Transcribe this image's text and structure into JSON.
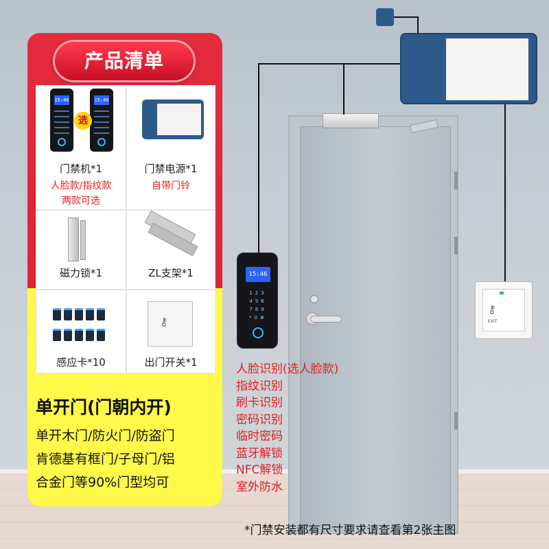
{
  "product_list": {
    "title": "产品清单",
    "items": [
      {
        "name": "门禁机*1",
        "sub1": "人脸款/指纹款",
        "sub2": "两款可选",
        "badge": "选",
        "screen_time": "15:46"
      },
      {
        "name": "门禁电源*1",
        "sub1": "自带门铃"
      },
      {
        "name": "磁力锁*1"
      },
      {
        "name": "ZL支架*1"
      },
      {
        "name": "感应卡*10"
      },
      {
        "name": "出门开关*1"
      }
    ]
  },
  "door_type": {
    "title": "单开门(门朝内开)",
    "lines": [
      "单开木门/防火门/防盗门",
      "肯德基有框门/子母门/铝",
      "合金门等90%门型均可"
    ]
  },
  "features": [
    "人脸识别(选人脸款)",
    "指纹识别",
    "刷卡识别",
    "密码识别",
    "临时密码",
    "蓝牙解锁",
    "NFC解锁",
    "室外防水"
  ],
  "footer_note": "*门禁安装都有尺寸要求请查看第2张主图",
  "reader": {
    "screen_time": "15:46"
  },
  "exit_label": "EXIT",
  "colors": {
    "card_red": "#e32b3c",
    "highlight_yellow": "#fff94a",
    "feature_red": "#e11d1d"
  }
}
